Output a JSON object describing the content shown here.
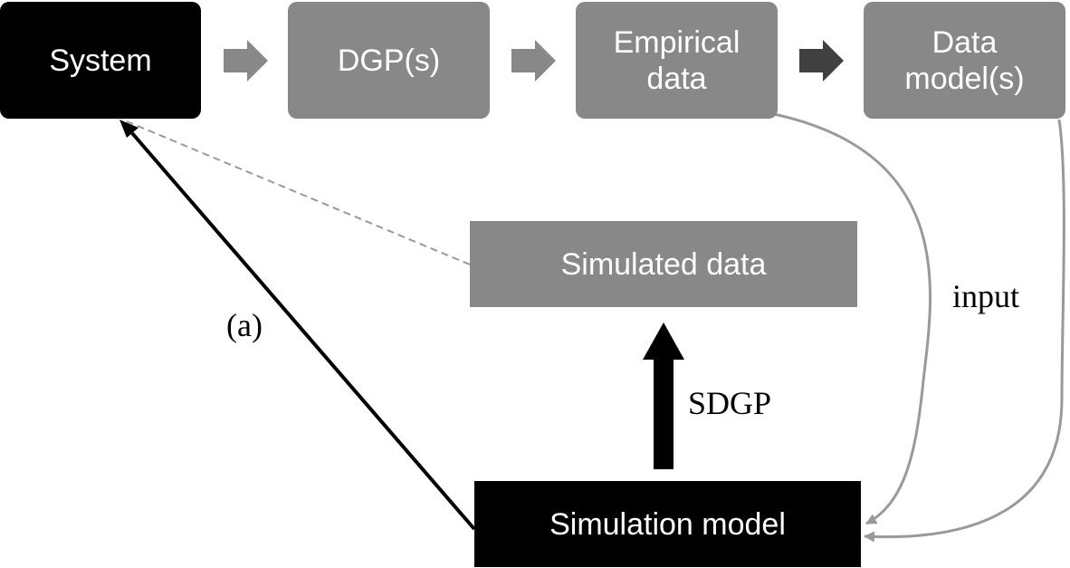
{
  "nodes": {
    "system": "System",
    "dgp": "DGP(s)",
    "empirical_data": "Empirical data",
    "data_models": "Data model(s)",
    "simulated_data": "Simulated data",
    "simulation_model": "Simulation model"
  },
  "labels": {
    "a": "(a)",
    "input": "input",
    "sdgp": "SDGP"
  },
  "colors": {
    "black_box": "#000000",
    "gray_box": "#888888",
    "dark_arrow": "#404040",
    "gray_arrow": "#888888",
    "curve": "#999999",
    "dashed_line": "#999999"
  }
}
